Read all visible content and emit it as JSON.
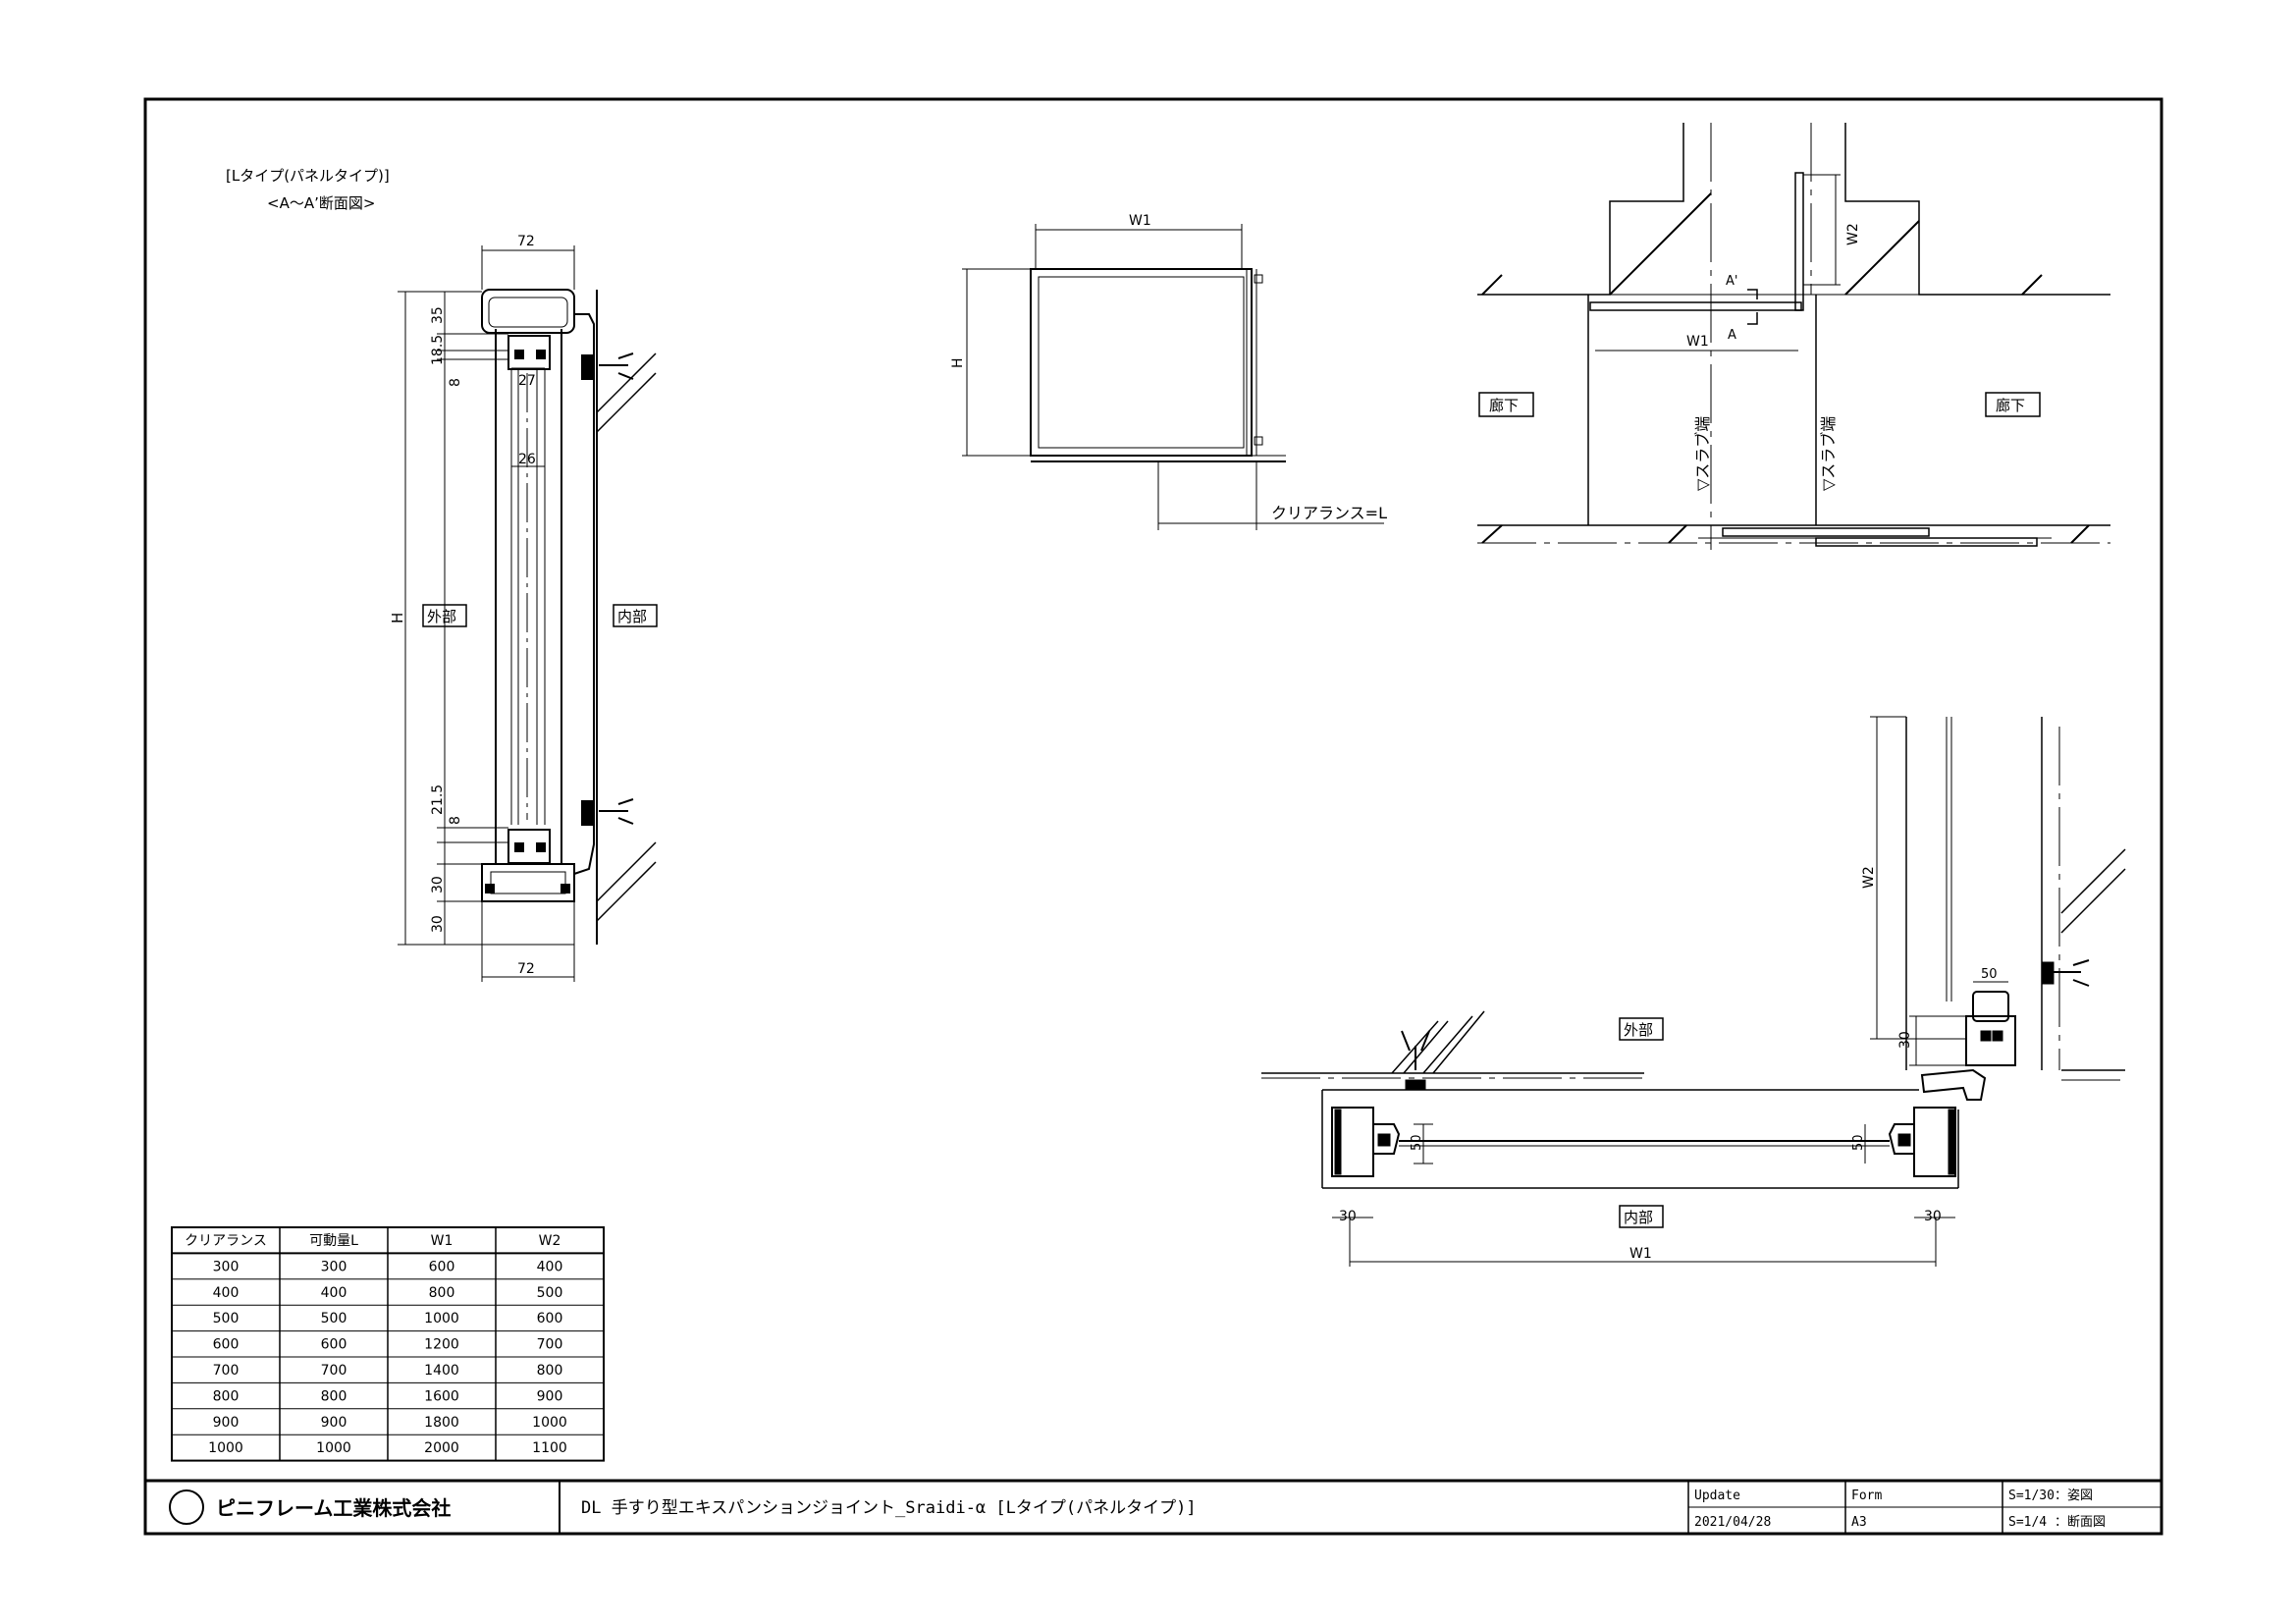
{
  "section_title": "[Lタイプ(パネルタイプ)]",
  "section_subtitle": "<A～A’断面図>",
  "section": {
    "width_top": "72",
    "width_bottom": "72",
    "dims_left": [
      "35",
      "18.5",
      "8",
      "21.5",
      "8",
      "30",
      "30"
    ],
    "height_label": "H",
    "inner_27": "27",
    "inner_26": "26",
    "outside": "外部",
    "inside": "内部"
  },
  "elevation": {
    "w1": "W1",
    "h": "H",
    "clearance": "クリアランス=L"
  },
  "plan": {
    "corridor_left": "廊下",
    "corridor_right": "廊下",
    "slab_left": "▽スラブ端",
    "slab_right": "▽スラブ端",
    "w1": "W1",
    "w2": "W2",
    "a_prime": "A'",
    "a": "A"
  },
  "detail": {
    "w2": "W2",
    "w1": "W1",
    "outside": "外部",
    "inside": "内部",
    "dim30_a": "30",
    "dim30_b": "30",
    "dim30_c": "30",
    "dim50_a": "50",
    "dim50_b": "50",
    "dim50_c": "50"
  },
  "table": {
    "headers": [
      "クリアランス",
      "可動量L",
      "W1",
      "W2"
    ],
    "rows": [
      [
        "300",
        "300",
        "600",
        "400"
      ],
      [
        "400",
        "400",
        "800",
        "500"
      ],
      [
        "500",
        "500",
        "1000",
        "600"
      ],
      [
        "600",
        "600",
        "1200",
        "700"
      ],
      [
        "700",
        "700",
        "1400",
        "800"
      ],
      [
        "800",
        "800",
        "1600",
        "900"
      ],
      [
        "900",
        "900",
        "1800",
        "1000"
      ],
      [
        "1000",
        "1000",
        "2000",
        "1100"
      ]
    ]
  },
  "title_block": {
    "company": "ピニフレーム工業株式会社",
    "drawing_title": "DL 手すり型エキスパンションジョイント_Sraidi-α [Lタイプ(パネルタイプ)]",
    "update_label": "Update",
    "update_value": "2021/04/28",
    "form_label": "Form",
    "form_value": "A3",
    "scale1": "S=1/30：姿図",
    "scale2": "S=1/4 ：断面図"
  }
}
